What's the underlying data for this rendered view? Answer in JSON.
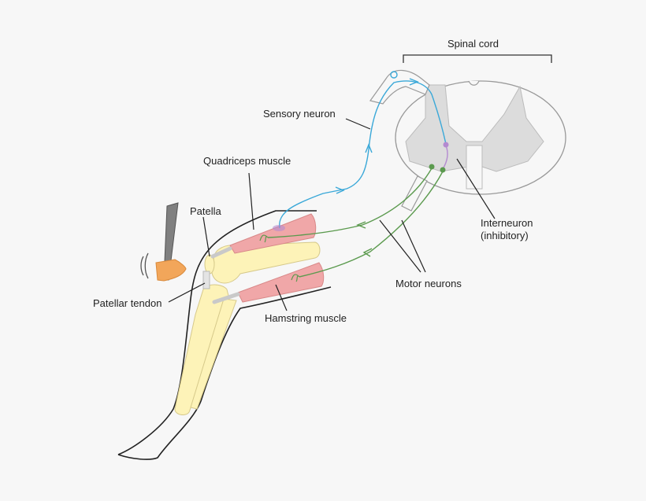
{
  "labels": {
    "spinal_cord": "Spinal cord",
    "sensory_neuron": "Sensory neuron",
    "quadriceps_muscle": "Quadriceps muscle",
    "patella": "Patella",
    "patellar_tendon": "Patellar tendon",
    "hamstring_muscle": "Hamstring muscle",
    "motor_neurons": "Motor neurons",
    "interneuron_line1": "Interneuron",
    "interneuron_line2": "(inhibitory)"
  },
  "colors": {
    "sensory": "#3aa8d8",
    "motor": "#5b9a4e",
    "interneuron": "#b48ad0",
    "muscle": "#f0a7a8",
    "bone": "#fdf3b8",
    "hammer": "#808080",
    "knock_pad": "#f2a65a",
    "gray_matter": "#dcdcdc"
  }
}
